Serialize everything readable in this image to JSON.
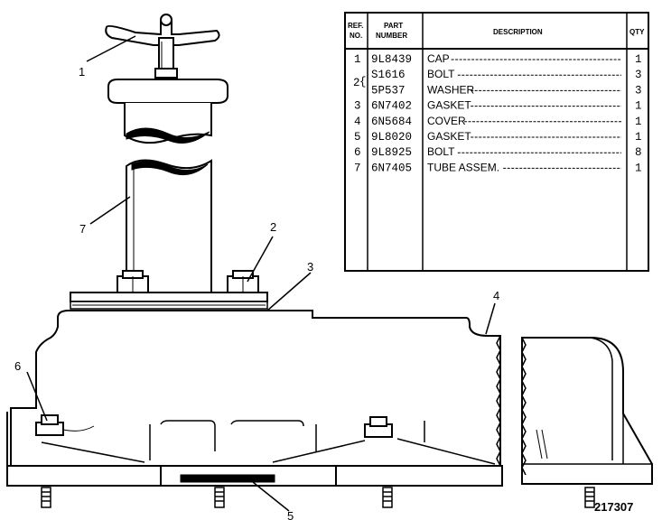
{
  "figure_number": "217307",
  "callouts": [
    "1",
    "2",
    "3",
    "4",
    "5",
    "6",
    "7"
  ],
  "parts_table": {
    "headers": {
      "ref_line1": "REF.",
      "ref_line2": "NO.",
      "part_line1": "PART",
      "part_line2": "NUMBER",
      "description": "DESCRIPTION",
      "qty": "QTY"
    },
    "rows": [
      {
        "ref": "1",
        "part": "9L8439",
        "description": "CAP",
        "qty": "1"
      },
      {
        "ref": "",
        "part": "S1616",
        "description": "BOLT",
        "qty": "3"
      },
      {
        "ref": "2",
        "part": "5P537",
        "description": "WASHER",
        "qty": "3"
      },
      {
        "ref": "3",
        "part": "6N7402",
        "description": "GASKET",
        "qty": "1"
      },
      {
        "ref": "4",
        "part": "6N5684",
        "description": "COVER",
        "qty": "1"
      },
      {
        "ref": "5",
        "part": "9L8020",
        "description": "GASKET",
        "qty": "1"
      },
      {
        "ref": "6",
        "part": "9L8925",
        "description": "BOLT",
        "qty": "8"
      },
      {
        "ref": "7",
        "part": "6N7405",
        "description": "TUBE ASSEM.",
        "qty": "1"
      }
    ]
  }
}
